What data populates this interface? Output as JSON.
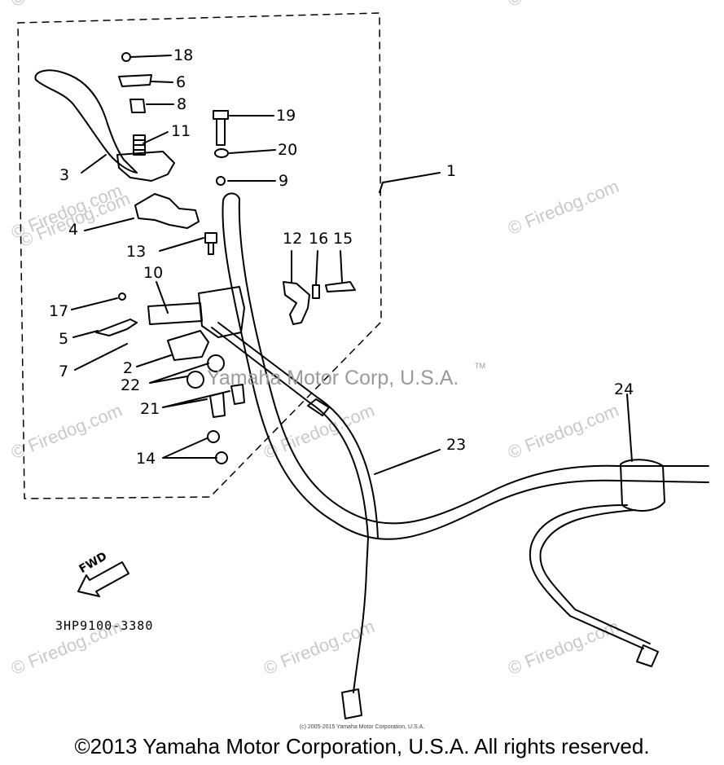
{
  "diagram": {
    "callouts": [
      {
        "id": "18",
        "label": "18"
      },
      {
        "id": "6",
        "label": "6"
      },
      {
        "id": "8",
        "label": "8"
      },
      {
        "id": "11",
        "label": "11"
      },
      {
        "id": "19",
        "label": "19"
      },
      {
        "id": "20",
        "label": "20"
      },
      {
        "id": "9",
        "label": "9"
      },
      {
        "id": "1",
        "label": "1"
      },
      {
        "id": "3",
        "label": "3"
      },
      {
        "id": "4",
        "label": "4"
      },
      {
        "id": "13",
        "label": "13"
      },
      {
        "id": "12",
        "label": "12"
      },
      {
        "id": "16",
        "label": "16"
      },
      {
        "id": "15",
        "label": "15"
      },
      {
        "id": "10",
        "label": "10"
      },
      {
        "id": "17",
        "label": "17"
      },
      {
        "id": "5",
        "label": "5"
      },
      {
        "id": "7",
        "label": "7"
      },
      {
        "id": "2",
        "label": "2"
      },
      {
        "id": "22",
        "label": "22"
      },
      {
        "id": "21",
        "label": "21"
      },
      {
        "id": "14",
        "label": "14"
      },
      {
        "id": "23",
        "label": "23"
      },
      {
        "id": "24",
        "label": "24"
      }
    ],
    "part_number": "3HP9100-3380",
    "fwd_label": "FWD",
    "brand_overlay": "Yamaha Motor Corp, U.S.A.",
    "trademark": "TM",
    "watermark": "© Firedog.com",
    "small_copyright": "(c) 2005-2015 Yamaha Motor Corporation, U.S.A.",
    "copyright": "©2013 Yamaha Motor Corporation, U.S.A. All rights reserved."
  },
  "colors": {
    "ink": "#000000",
    "watermark": "#c9c9c9",
    "brand_overlay": "#9a9a9a",
    "background": "#ffffff"
  }
}
